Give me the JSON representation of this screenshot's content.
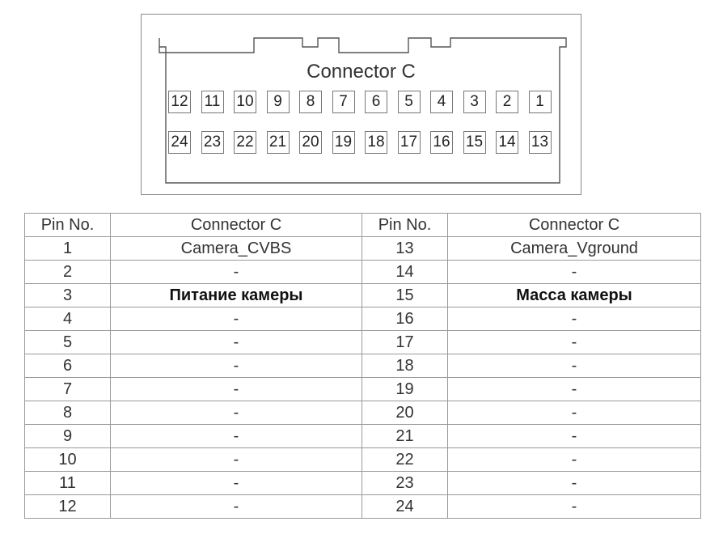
{
  "connector": {
    "title": "Connector C",
    "top_row": [
      "12",
      "11",
      "10",
      "9",
      "8",
      "7",
      "6",
      "5",
      "4",
      "3",
      "2",
      "1"
    ],
    "bottom_row": [
      "24",
      "23",
      "22",
      "21",
      "20",
      "19",
      "18",
      "17",
      "16",
      "15",
      "14",
      "13"
    ]
  },
  "table": {
    "headers": [
      "Pin No.",
      "Connector C",
      "Pin No.",
      "Connector C"
    ],
    "rows": [
      [
        "1",
        "Camera_CVBS",
        "13",
        "Camera_Vground"
      ],
      [
        "2",
        "-",
        "14",
        "-"
      ],
      [
        "3",
        "Питание камеры",
        "15",
        "Масса камеры"
      ],
      [
        "4",
        "-",
        "16",
        "-"
      ],
      [
        "5",
        "-",
        "17",
        "-"
      ],
      [
        "6",
        "-",
        "18",
        "-"
      ],
      [
        "7",
        "-",
        "19",
        "-"
      ],
      [
        "8",
        "-",
        "20",
        "-"
      ],
      [
        "9",
        "-",
        "21",
        "-"
      ],
      [
        "10",
        "-",
        "22",
        "-"
      ],
      [
        "11",
        "-",
        "23",
        "-"
      ],
      [
        "12",
        "-",
        "24",
        "-"
      ]
    ],
    "bold_cells": [
      "Питание камеры",
      "Масса камеры"
    ]
  }
}
